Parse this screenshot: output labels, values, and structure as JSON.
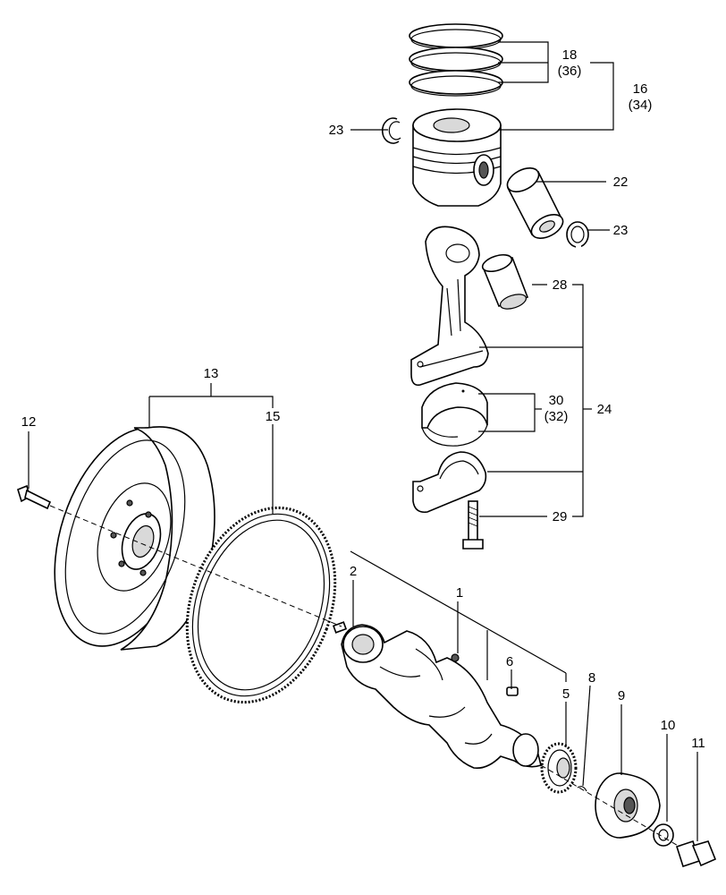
{
  "callouts": {
    "c1": "1",
    "c2": "2",
    "c5": "5",
    "c6": "6",
    "c8": "8",
    "c9": "9",
    "c10": "10",
    "c11": "11",
    "c12": "12",
    "c13": "13",
    "c15": "15",
    "c16": "16",
    "c16b": "(34)",
    "c18": "18",
    "c18b": "(36)",
    "c22": "22",
    "c23a": "23",
    "c23b": "23",
    "c24": "24",
    "c28": "28",
    "c29": "29",
    "c30": "30",
    "c30b": "(32)"
  }
}
